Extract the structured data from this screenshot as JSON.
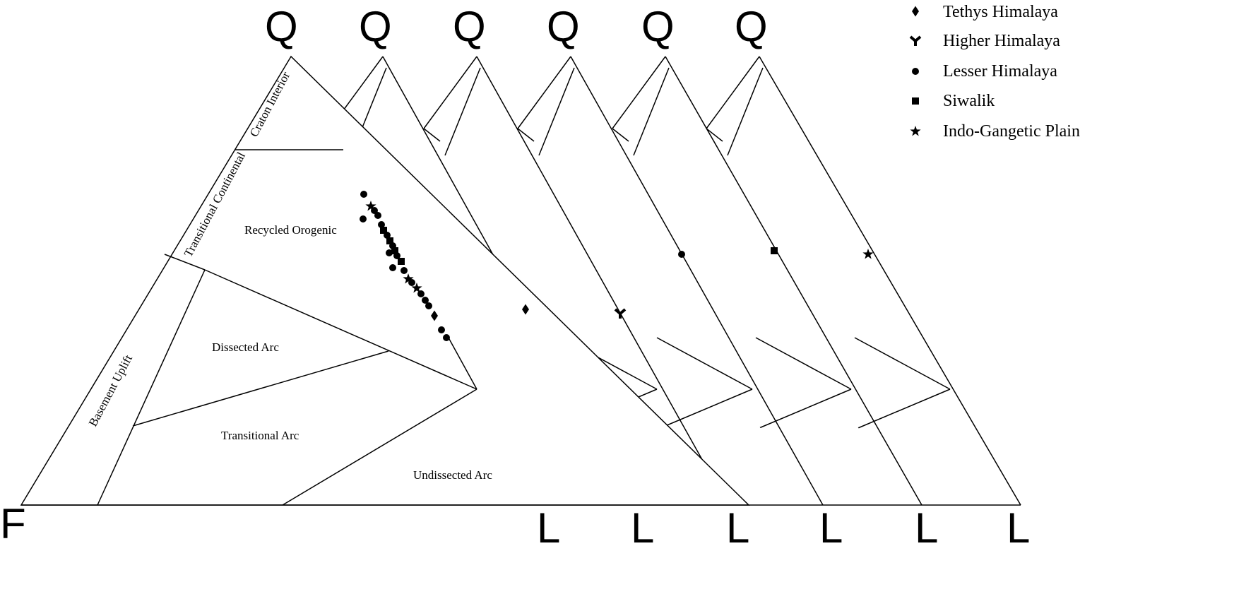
{
  "apex_labels": {
    "top": "Q",
    "bottom_left": "F",
    "bottom_right": "L"
  },
  "fields": {
    "craton_interior": "Craton Interior",
    "transitional_continental": "Transitional Continental",
    "basement_uplift": "Basement Uplift",
    "recycled_orogenic": "Recycled Orogenic",
    "dissected_arc": "Dissected Arc",
    "transitional_arc": "Transitional Arc",
    "undissected_arc": "Undissected Arc"
  },
  "legend": [
    {
      "label": "Tethys Himalaya",
      "symbol": "diamond"
    },
    {
      "label": "Higher Himalaya",
      "symbol": "y-mark"
    },
    {
      "label": "Lesser Himalaya",
      "symbol": "circle"
    },
    {
      "label": "Siwalik",
      "symbol": "square"
    },
    {
      "label": "Indo-Gangetic Plain",
      "symbol": "star"
    }
  ],
  "colors": {
    "ink": "#000000",
    "background": "#ffffff"
  }
}
